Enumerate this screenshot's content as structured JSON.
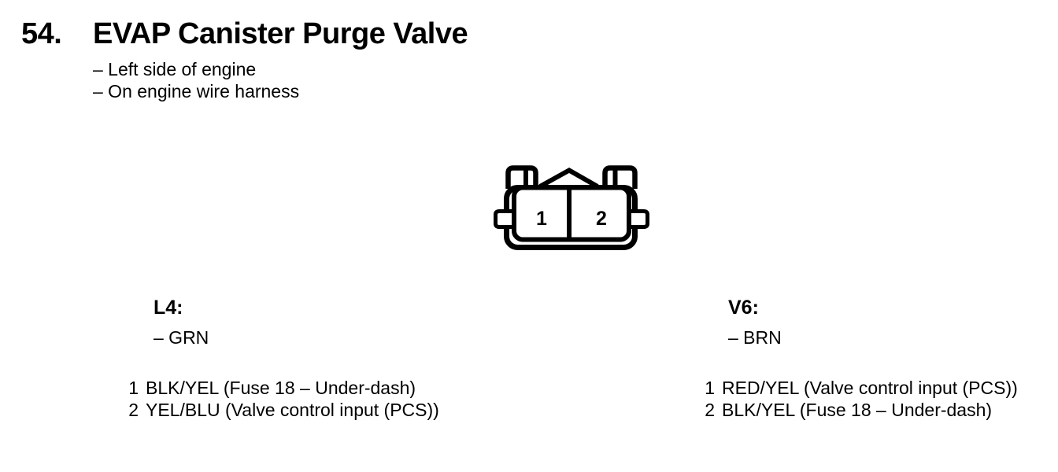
{
  "page": {
    "item_number": "54.",
    "title": "EVAP Canister Purge Valve",
    "notes": [
      "– Left side of engine",
      "– On engine wire harness"
    ]
  },
  "connector": {
    "cavities": [
      "1",
      "2"
    ]
  },
  "variants": [
    {
      "engine": "L4:",
      "connector_color": "– GRN",
      "pins": [
        {
          "num": "1",
          "desc": "BLK/YEL (Fuse 18 – Under-dash)"
        },
        {
          "num": "2",
          "desc": "YEL/BLU (Valve control input (PCS))"
        }
      ]
    },
    {
      "engine": "V6:",
      "connector_color": "– BRN",
      "pins": [
        {
          "num": "1",
          "desc": "RED/YEL (Valve control input (PCS))"
        },
        {
          "num": "2",
          "desc": "BLK/YEL (Fuse 18 – Under-dash)"
        }
      ]
    }
  ],
  "colors": {
    "ink": "#000000",
    "paper": "#ffffff"
  }
}
